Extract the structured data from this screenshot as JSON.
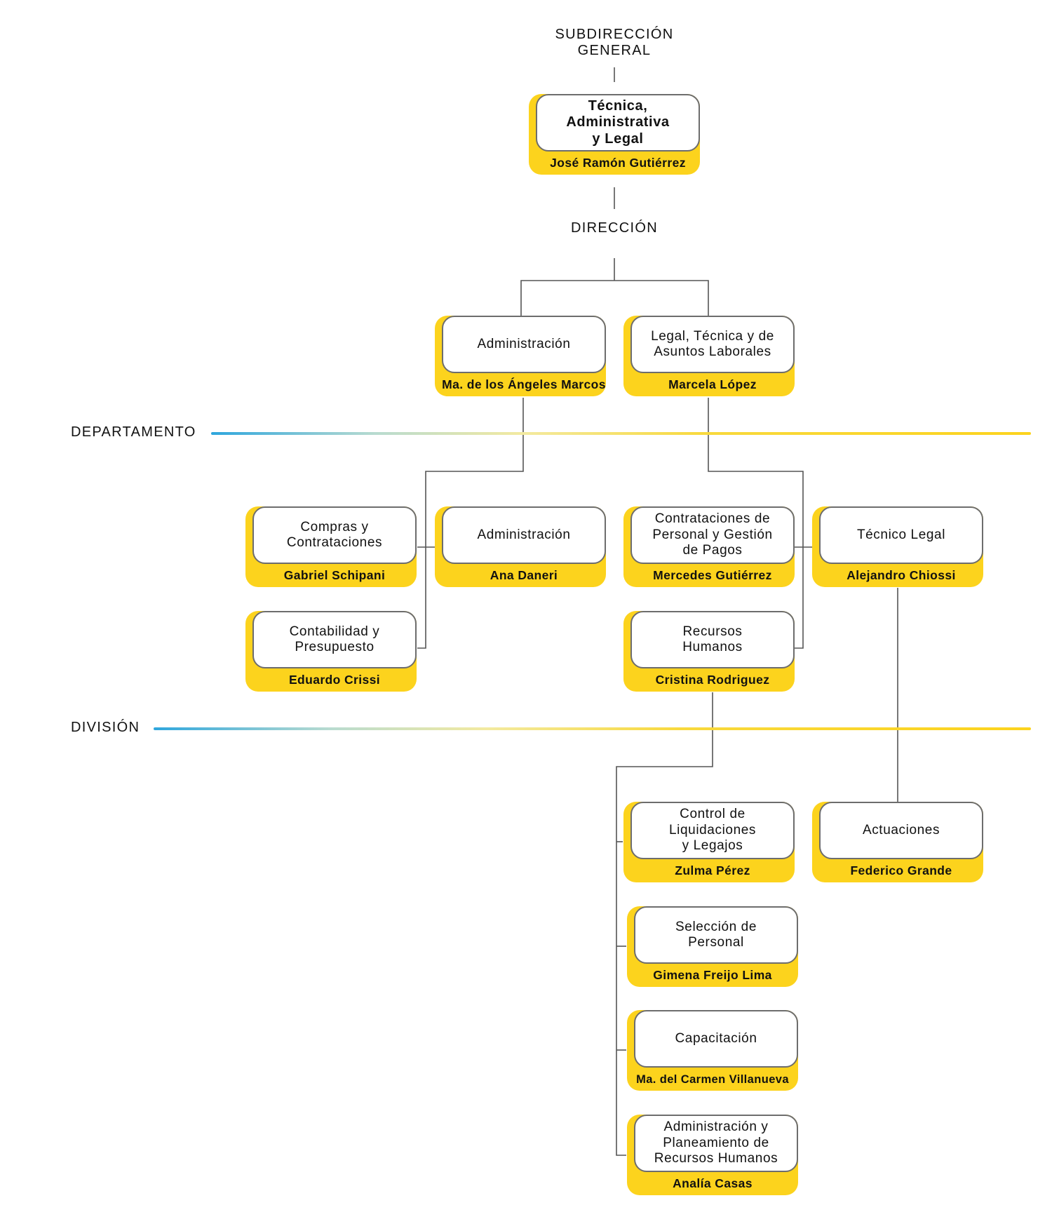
{
  "levels": {
    "subdireccion": "SUBDIRECCIÓN\nGENERAL",
    "direccion": "DIRECCIÓN",
    "departamento": "DEPARTAMENTO",
    "division": "DIVISIÓN"
  },
  "nodes": {
    "subdireccion": {
      "title": "Técnica,\nAdministrativa\ny Legal",
      "name": "José Ramón Gutiérrez"
    },
    "dir_administracion": {
      "title": "Administración",
      "name": "Ma. de los Ángeles Marcos"
    },
    "dir_legal": {
      "title": "Legal, Técnica y de\nAsuntos Laborales",
      "name": "Marcela López"
    },
    "dep_compras": {
      "title": "Compras y\nContrataciones",
      "name": "Gabriel Schipani"
    },
    "dep_administracion": {
      "title": "Administración",
      "name": "Ana Daneri"
    },
    "dep_contabilidad": {
      "title": "Contabilidad y\nPresupuesto",
      "name": "Eduardo Crissi"
    },
    "dep_contrataciones": {
      "title": "Contrataciones de\nPersonal y Gestión\nde Pagos",
      "name": "Mercedes Gutiérrez"
    },
    "dep_tecnico_legal": {
      "title": "Técnico Legal",
      "name": "Alejandro Chiossi"
    },
    "dep_rrhh": {
      "title": "Recursos\nHumanos",
      "name": "Cristina Rodriguez"
    },
    "div_control": {
      "title": "Control de\nLiquidaciones\ny Legajos",
      "name": "Zulma Pérez"
    },
    "div_actuaciones": {
      "title": "Actuaciones",
      "name": "Federico Grande"
    },
    "div_seleccion": {
      "title": "Selección de\nPersonal",
      "name": "Gimena Freijo Lima"
    },
    "div_capacitacion": {
      "title": "Capacitación",
      "name": "Ma. del Carmen Villanueva"
    },
    "div_planeamiento": {
      "title": "Administración y\nPlaneamiento de\nRecursos Humanos",
      "name": "Analía Casas"
    }
  },
  "colors": {
    "accent": "#fcd31d",
    "border": "#6d6d6d",
    "connector": "#555555",
    "gradient_start": "#2ea6dd"
  }
}
